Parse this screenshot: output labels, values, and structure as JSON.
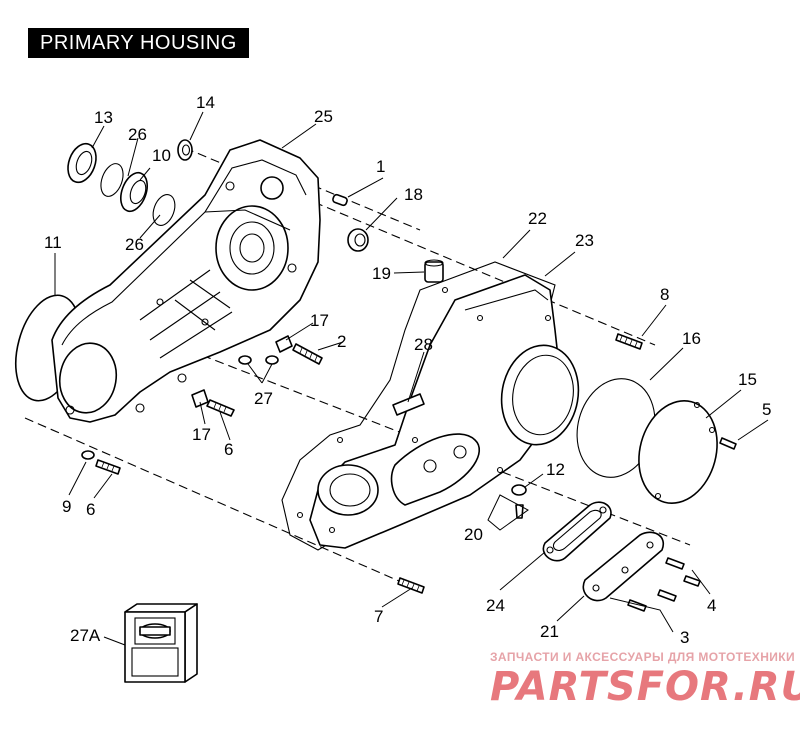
{
  "title": "PRIMARY HOUSING",
  "callouts": {
    "c1": "1",
    "c2": "2",
    "c3": "3",
    "c4": "4",
    "c5": "5",
    "c6a": "6",
    "c6b": "6",
    "c7": "7",
    "c8": "8",
    "c9": "9",
    "c10": "10",
    "c11": "11",
    "c12": "12",
    "c13": "13",
    "c14": "14",
    "c15": "15",
    "c16": "16",
    "c17a": "17",
    "c17b": "17",
    "c18": "18",
    "c19": "19",
    "c20": "20",
    "c21": "21",
    "c22": "22",
    "c23": "23",
    "c24": "24",
    "c25": "25",
    "c26a": "26",
    "c26b": "26",
    "c27": "27",
    "c27a": "27A",
    "c28": "28"
  },
  "watermark": {
    "tagline": "ЗАПЧАСТИ И АКСЕССУАРЫ ДЛЯ МОТОТЕХНИКИ",
    "brand": "PARTSFOR.RU"
  },
  "colors": {
    "ink": "#000000",
    "watermark": "#e7787d",
    "watermark_light": "#e6a3a8"
  }
}
